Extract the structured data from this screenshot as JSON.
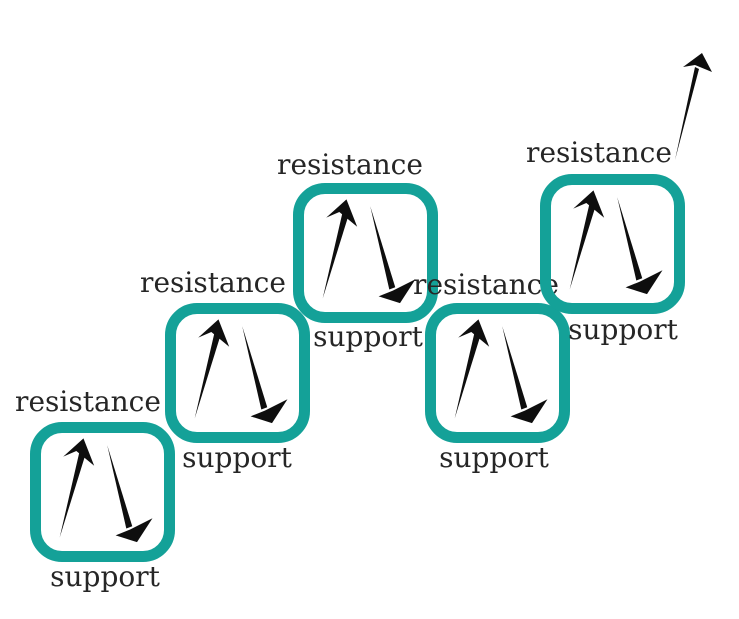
{
  "diagram": {
    "colors": {
      "box_border": "#14a198",
      "arrow": "#0e0e0e",
      "label_text": "#262626",
      "background": "#ffffff"
    },
    "boxes": [
      {
        "resistance_label": "resistance",
        "support_label": "support"
      },
      {
        "resistance_label": "resistance",
        "support_label": "support"
      },
      {
        "resistance_label": "resistance",
        "support_label": "support"
      },
      {
        "resistance_label": "resistance",
        "support_label": "support"
      },
      {
        "resistance_label": "resistance",
        "support_label": "support"
      }
    ],
    "icons": {
      "in_box": [
        "up-arrow-icon",
        "down-arrow-icon"
      ],
      "breakout": "breakout-up-arrow-icon"
    }
  }
}
